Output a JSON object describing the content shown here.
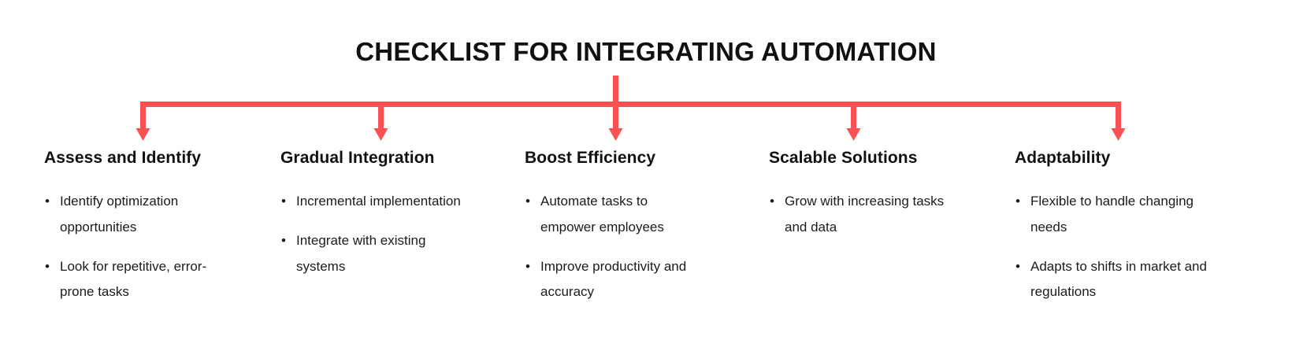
{
  "slide": {
    "title": "CHECKLIST FOR INTEGRATING AUTOMATION",
    "background_color": "#ffffff",
    "accent_color": "#fa5252",
    "text_color": "#1b1b1b",
    "bullet_glyph": "•"
  },
  "diagram": {
    "type": "top-down-bracket",
    "branch_count": 5,
    "line_color": "#fa5252",
    "stem_label": "title-stem",
    "arrow_names": [
      "arrow-assess-and-identify",
      "arrow-gradual-integration",
      "arrow-boost-efficiency",
      "arrow-scalable-solutions",
      "arrow-adaptability"
    ]
  },
  "columns": [
    {
      "heading": "Assess and Identify",
      "bullets": [
        "Identify optimization opportunities",
        "Look for repetitive, error-prone tasks"
      ]
    },
    {
      "heading": "Gradual Integration",
      "bullets": [
        "Incremental implementation",
        "Integrate with existing systems"
      ]
    },
    {
      "heading": "Boost Efficiency",
      "bullets": [
        "Automate tasks to empower employees",
        "Improve productivity and accuracy"
      ]
    },
    {
      "heading": "Scalable Solutions",
      "bullets": [
        "Grow with increasing tasks and data"
      ]
    },
    {
      "heading": "Adaptability",
      "bullets": [
        "Flexible to handle changing needs",
        "Adapts to shifts in market and regulations"
      ]
    }
  ]
}
